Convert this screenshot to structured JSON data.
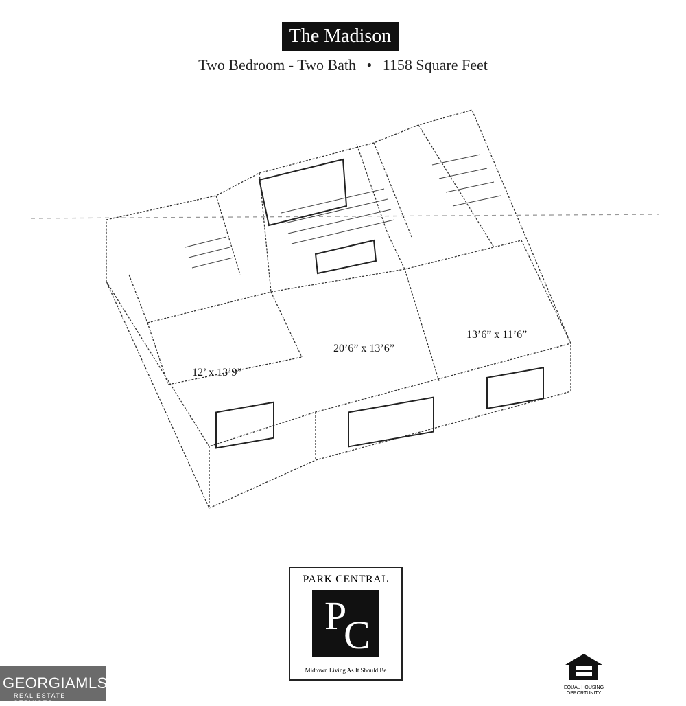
{
  "header": {
    "title": "The Madison",
    "subtitle_left": "Two Bedroom - Two Bath",
    "subtitle_sep": "•",
    "subtitle_right": "1158 Square Feet"
  },
  "rooms": {
    "bedroom1": "12’ x 13’9”",
    "living": "20’6” x 13’6”",
    "bedroom2": "13’6” x 11’6”"
  },
  "logo": {
    "name": "PARK CENTRAL",
    "letter_p": "P",
    "letter_c": "C",
    "tagline": "Midtown Living As It Should Be"
  },
  "watermark": {
    "brand": "GEORGIAMLS",
    "sub": "REAL ESTATE SERVICES"
  },
  "eho": {
    "text": "EQUAL HOUSING OPPORTUNITY"
  }
}
